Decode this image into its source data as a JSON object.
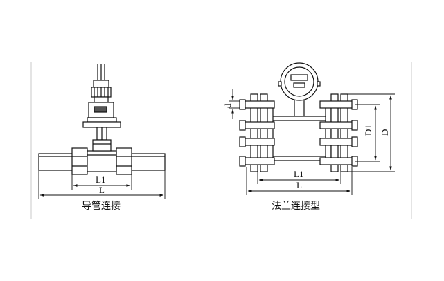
{
  "left_diagram": {
    "caption": "导管连接",
    "dim_l1": "L1",
    "dim_l": "L"
  },
  "right_diagram": {
    "caption": "法兰连接型",
    "dim_l1": "L1",
    "dim_l": "L",
    "dim_d1": "D1",
    "dim_d": "D",
    "dim_d_small": "d"
  }
}
